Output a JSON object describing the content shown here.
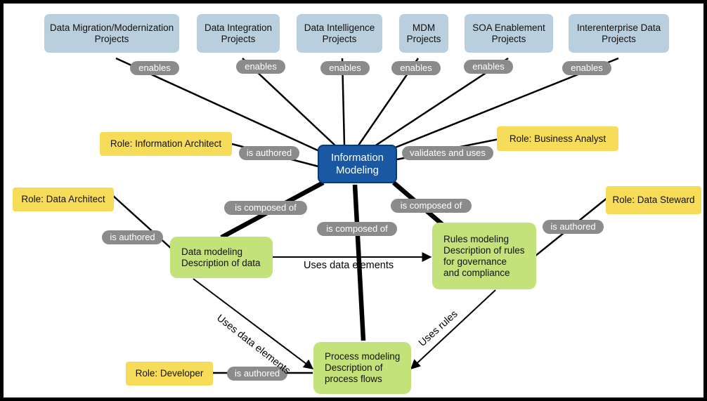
{
  "projects": [
    {
      "label": "Data Migration/Modernization\nProjects",
      "edge_label": "enables"
    },
    {
      "label": "Data Integration\nProjects",
      "edge_label": "enables"
    },
    {
      "label": "Data Intelligence\nProjects",
      "edge_label": "enables"
    },
    {
      "label": "MDM\nProjects",
      "edge_label": "enables"
    },
    {
      "label": "SOA Enablement\nProjects",
      "edge_label": "enables"
    },
    {
      "label": "Interenterprise Data\nProjects",
      "edge_label": "enables"
    }
  ],
  "center": {
    "label": "Information\nModeling"
  },
  "roles": {
    "information_architect": {
      "label": "Role: Information Architect",
      "edge_label": "is authored"
    },
    "business_analyst": {
      "label": "Role: Business Analyst",
      "edge_label": "validates and uses"
    },
    "data_architect": {
      "label": "Role: Data Architect",
      "edge_label": "is authored"
    },
    "data_steward": {
      "label": "Role: Data Steward",
      "edge_label": "is authored"
    },
    "developer": {
      "label": "Role: Developer",
      "edge_label": "is authored"
    }
  },
  "models": {
    "data": {
      "label": "Data modeling\nDescription of data",
      "edge_label": "is composed of"
    },
    "process": {
      "label": "Process modeling\nDescription of\nprocess flows",
      "edge_label": "is composed of"
    },
    "rules": {
      "label": "Rules modeling\nDescription of rules\nfor governance\nand compliance",
      "edge_label": "is composed of"
    }
  },
  "relations": {
    "data_to_rules": "Uses data elements",
    "data_to_process": "Uses data elements",
    "rules_to_process": "Uses rules"
  },
  "colors": {
    "project": "#b9cfdd",
    "center": "#1a58a3",
    "role": "#f7dc5a",
    "model": "#c4e27a",
    "edge_label": "#8b8b8b"
  }
}
